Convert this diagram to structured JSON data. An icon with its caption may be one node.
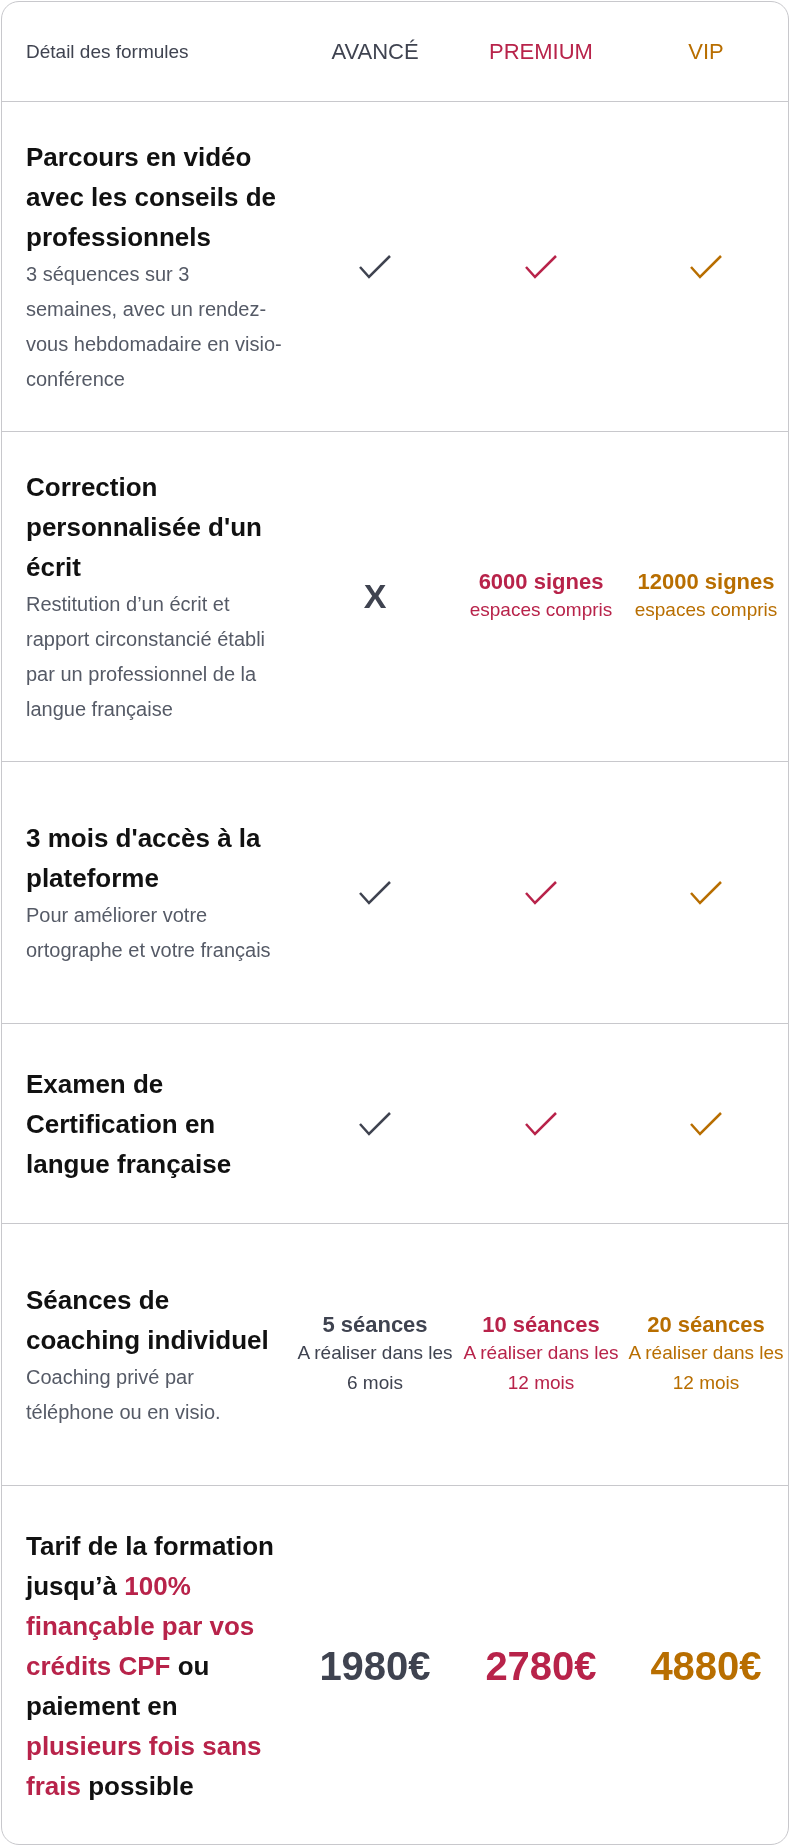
{
  "diagram": {
    "labels": [
      "Détail des formules",
      "AVANCÉ",
      "PREMIUM",
      "VIP",
      "Parcours en vidéo avec les conseils de professionnels",
      "3 séquences sur 3 semaines, avec un rendez-vous hebdomadaire en visio-conférence",
      "Correction personnalisée d'un écrit",
      "Restitution d’un écrit et rapport circonstancié établi par un professionnel de la langue française",
      "X",
      "6000 signes",
      "espaces compris",
      "12000 signes",
      "espaces compris",
      "3 mois d'accès à la plateforme",
      "Pour améliorer votre ortographe et votre français",
      "Examen de Certification en langue française",
      "Séances de coaching individuel",
      "Coaching privé par téléphone ou en visio.",
      "5 séances",
      "A réaliser dans les 6 mois",
      "10 séances",
      "A réaliser dans les 12 mois",
      "20 séances",
      "A réaliser dans les 12 mois",
      "Tarif de la formation jusqu’à *100% finançable par vos crédits CPF* ou paiement en *plusieurs fois sans frais* possible",
      "1980€",
      "2780€",
      "4880€"
    ]
  }
}
